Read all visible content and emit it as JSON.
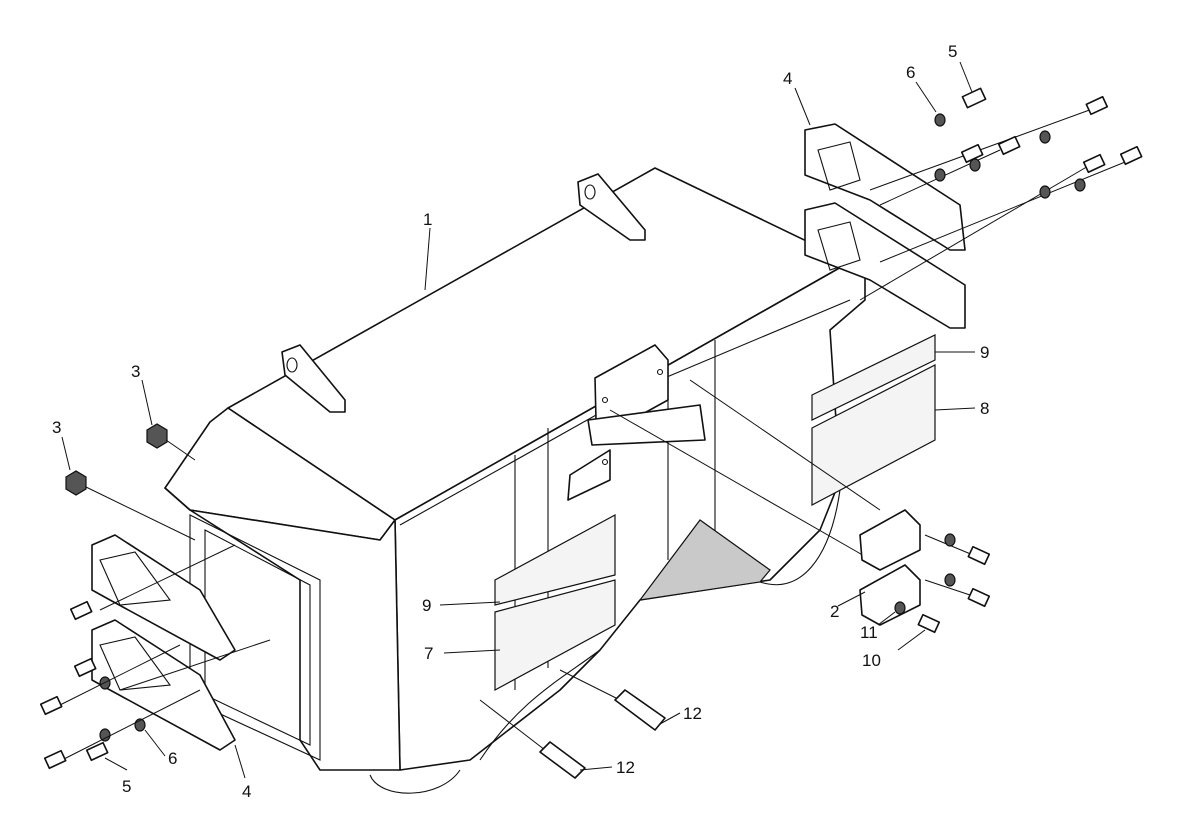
{
  "diagram": {
    "callouts": [
      {
        "id": "c1",
        "text": "1"
      },
      {
        "id": "c2",
        "text": "2"
      },
      {
        "id": "c3a",
        "text": "3"
      },
      {
        "id": "c3b",
        "text": "3"
      },
      {
        "id": "c4a",
        "text": "4"
      },
      {
        "id": "c4b",
        "text": "4"
      },
      {
        "id": "c5a",
        "text": "5"
      },
      {
        "id": "c5b",
        "text": "5"
      },
      {
        "id": "c6a",
        "text": "6"
      },
      {
        "id": "c6b",
        "text": "6"
      },
      {
        "id": "c7",
        "text": "7"
      },
      {
        "id": "c8",
        "text": "8"
      },
      {
        "id": "c9a",
        "text": "9"
      },
      {
        "id": "c9b",
        "text": "9"
      },
      {
        "id": "c10",
        "text": "10"
      },
      {
        "id": "c11",
        "text": "11"
      },
      {
        "id": "c12a",
        "text": "12"
      },
      {
        "id": "c12b",
        "text": "12"
      }
    ]
  }
}
